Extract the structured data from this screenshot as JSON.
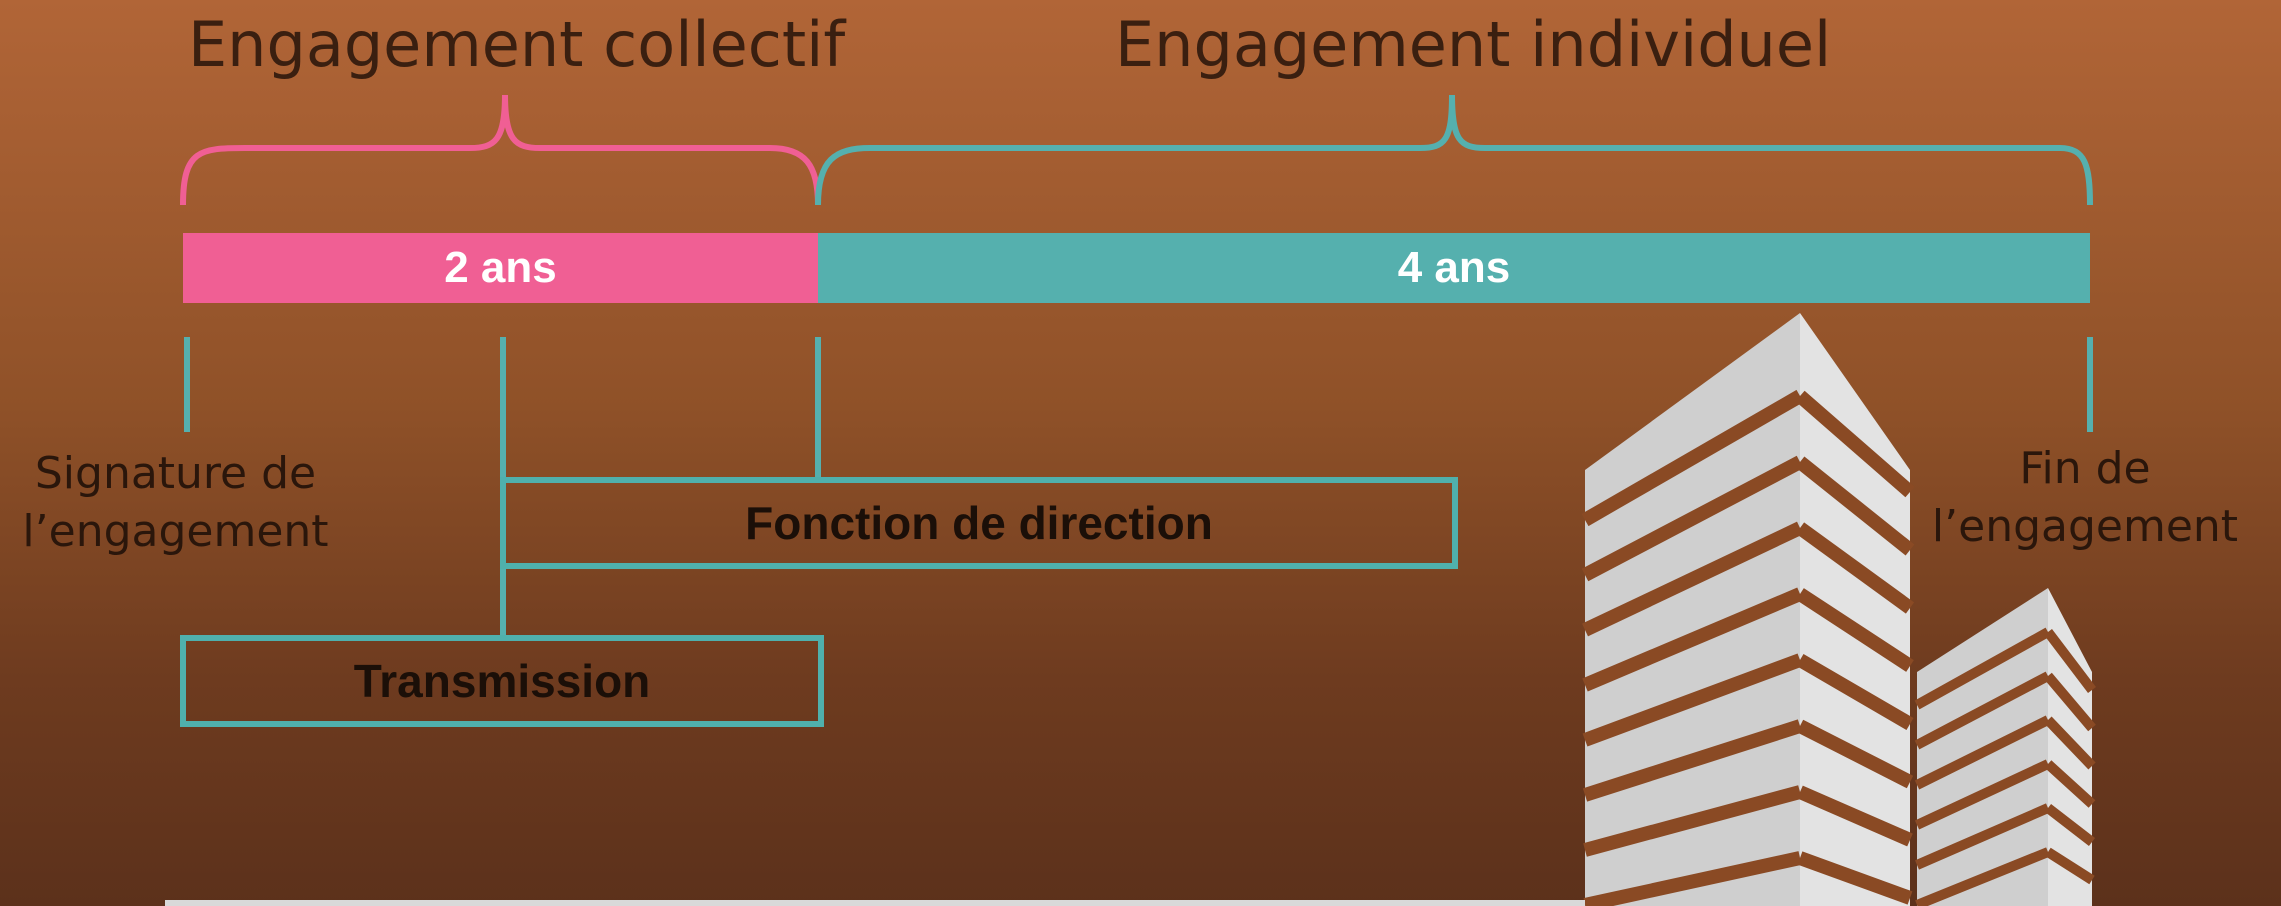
{
  "headings": {
    "collectif": "Engagement collectif",
    "individuel": "Engagement individuel"
  },
  "bars": {
    "first_label": "2 ans",
    "second_label": "4 ans"
  },
  "milestones": {
    "start": "Signature de\nl’engagement",
    "end": "Fin de\nl’engagement"
  },
  "boxes": {
    "direction": "Fonction de direction",
    "transmission": "Transmission"
  },
  "colors": {
    "pink": "#f05f94",
    "teal": "#55b0ae",
    "background_top": "#b16537",
    "background_bottom": "#5c311b",
    "building": "#d9d9d9"
  }
}
